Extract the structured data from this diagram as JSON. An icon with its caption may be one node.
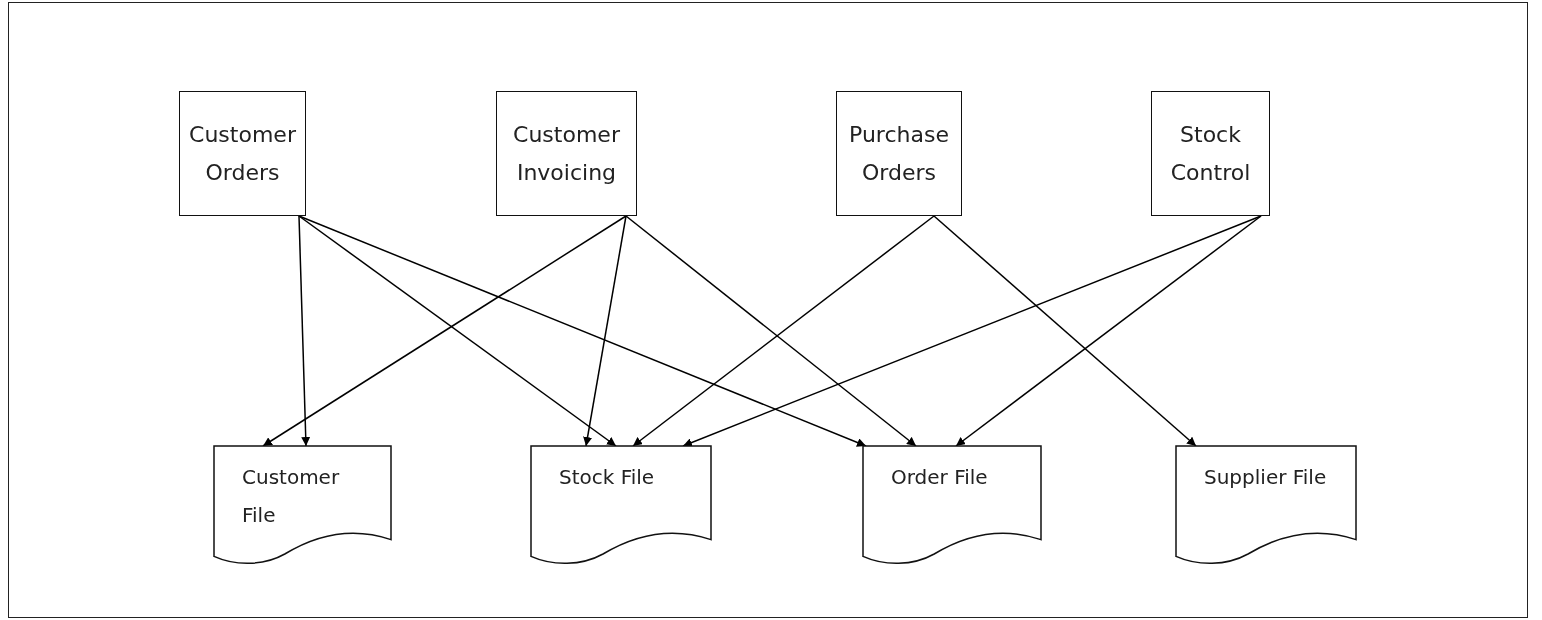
{
  "diagram": {
    "nodes": [
      {
        "text": [
          "Customer Orders"
        ]
      },
      {
        "text": [
          "Customer Invoicing"
        ]
      },
      {
        "text": [
          "Purchase Orders"
        ]
      },
      {
        "text": [
          "Stock Control"
        ]
      },
      {
        "text": [
          "Customer File"
        ]
      },
      {
        "text": [
          "Stock  File"
        ]
      },
      {
        "text": [
          "Order File"
        ]
      },
      {
        "text": [
          "Supplier File"
        ]
      }
    ],
    "edges": [
      {
        "from": 0,
        "to": 4,
        "arrow": "to"
      },
      {
        "from": 0,
        "to": 5,
        "arrow": "to"
      },
      {
        "from": 0,
        "to": 6,
        "arrow": "to"
      },
      {
        "from": 1,
        "to": 4,
        "arrow": "to"
      },
      {
        "from": 1,
        "to": 5,
        "arrow": "to"
      },
      {
        "from": 1,
        "to": 6,
        "arrow": "to"
      },
      {
        "from": 2,
        "to": 5,
        "arrow": "to"
      },
      {
        "from": 2,
        "to": 7,
        "arrow": "to"
      },
      {
        "from": 3,
        "to": 5,
        "arrow": "to"
      },
      {
        "from": 3,
        "to": 6,
        "arrow": "to"
      }
    ]
  }
}
